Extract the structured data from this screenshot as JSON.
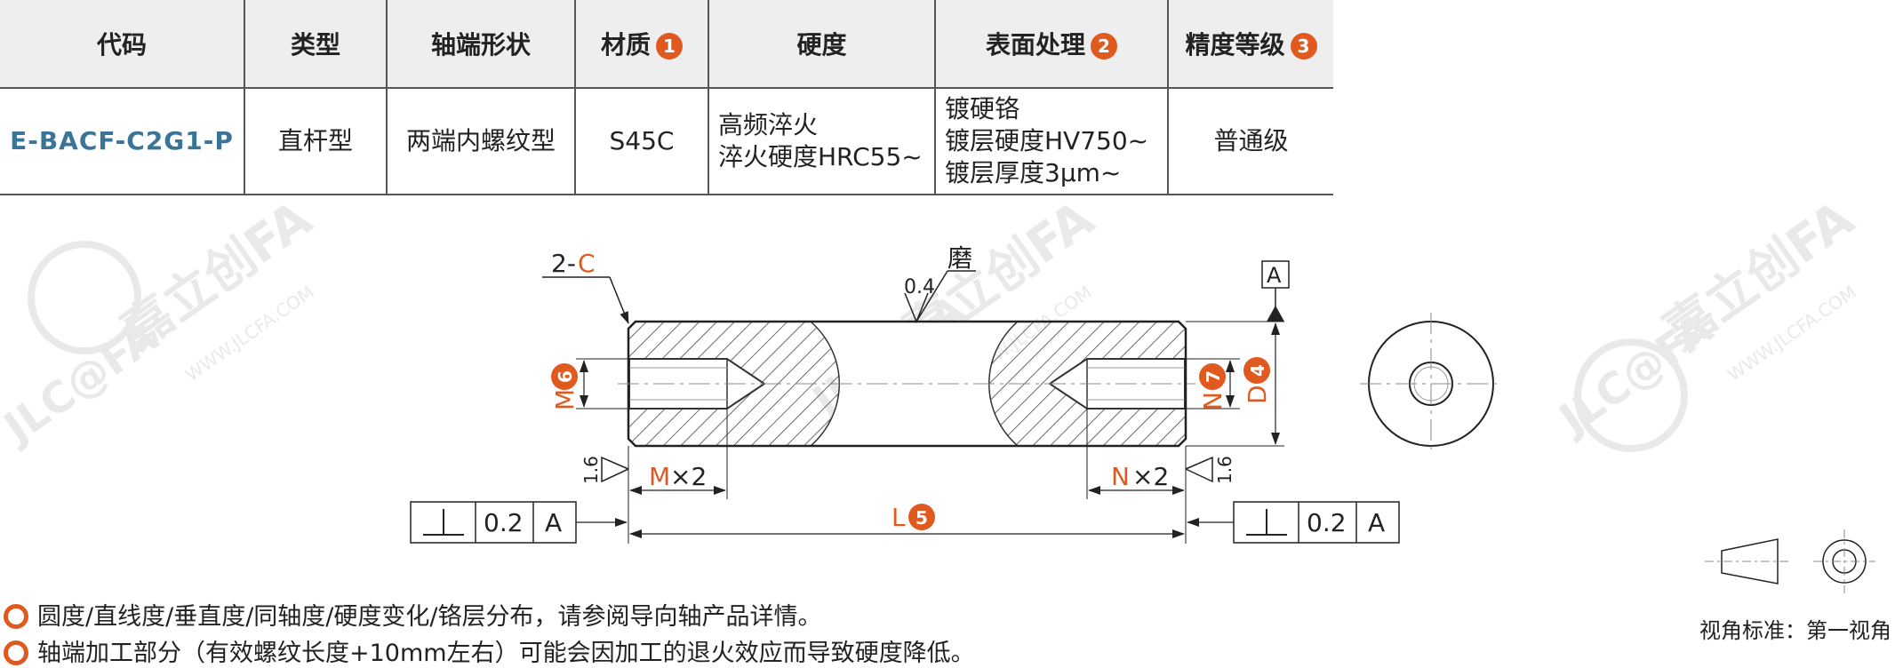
{
  "table": {
    "headers": [
      {
        "label": "代码",
        "badge": ""
      },
      {
        "label": "类型",
        "badge": ""
      },
      {
        "label": "轴端形状",
        "badge": ""
      },
      {
        "label": "材质",
        "badge": "1"
      },
      {
        "label": "硬度",
        "badge": ""
      },
      {
        "label": "表面处理",
        "badge": "2"
      },
      {
        "label": "精度等级",
        "badge": "3"
      }
    ],
    "row": {
      "code": "E-BACF-C2G1-P",
      "type": "直杆型",
      "shaft_end": "两端内螺纹型",
      "material": "S45C",
      "hardness": [
        "高频淬火",
        "淬火硬度HRC55~"
      ],
      "surface": [
        "镀硬铬",
        "镀层硬度HV750~",
        "镀层厚度3μm~"
      ],
      "precision": "普通级"
    }
  },
  "drawing": {
    "chamfer_prefix": "2-",
    "chamfer_code": "C",
    "grind_label": "磨",
    "grind_value": "0.4",
    "datum": "A",
    "m_label": "M",
    "m_badge": "6",
    "n_label": "N",
    "n_badge": "7",
    "d_label": "D",
    "d_badge": "4",
    "l_label": "L",
    "l_badge": "5",
    "m_depth": "M",
    "n_depth": "N",
    "times_two": "×2",
    "roughness_end": "1.6",
    "tol_symbol": "⊥",
    "tol_value": "0.2",
    "tol_datum": "A"
  },
  "notes": [
    "圆度/直线度/垂直度/同轴度/硬度变化/铬层分布，请参阅导向轴产品详情。",
    "轴端加工部分（有效螺纹长度+10mm左右）可能会因加工的退火效应而导致硬度降低。"
  ],
  "view_standard": "视角标准：第一视角",
  "watermark": {
    "brand": "嘉立创FA",
    "url": "WWW.JLCFA.COM",
    "logo": "JLC@FA"
  },
  "colors": {
    "accent": "#e05a1f",
    "code_blue": "#3a7497",
    "header_bg": "#eeeeee",
    "line": "#222222"
  }
}
